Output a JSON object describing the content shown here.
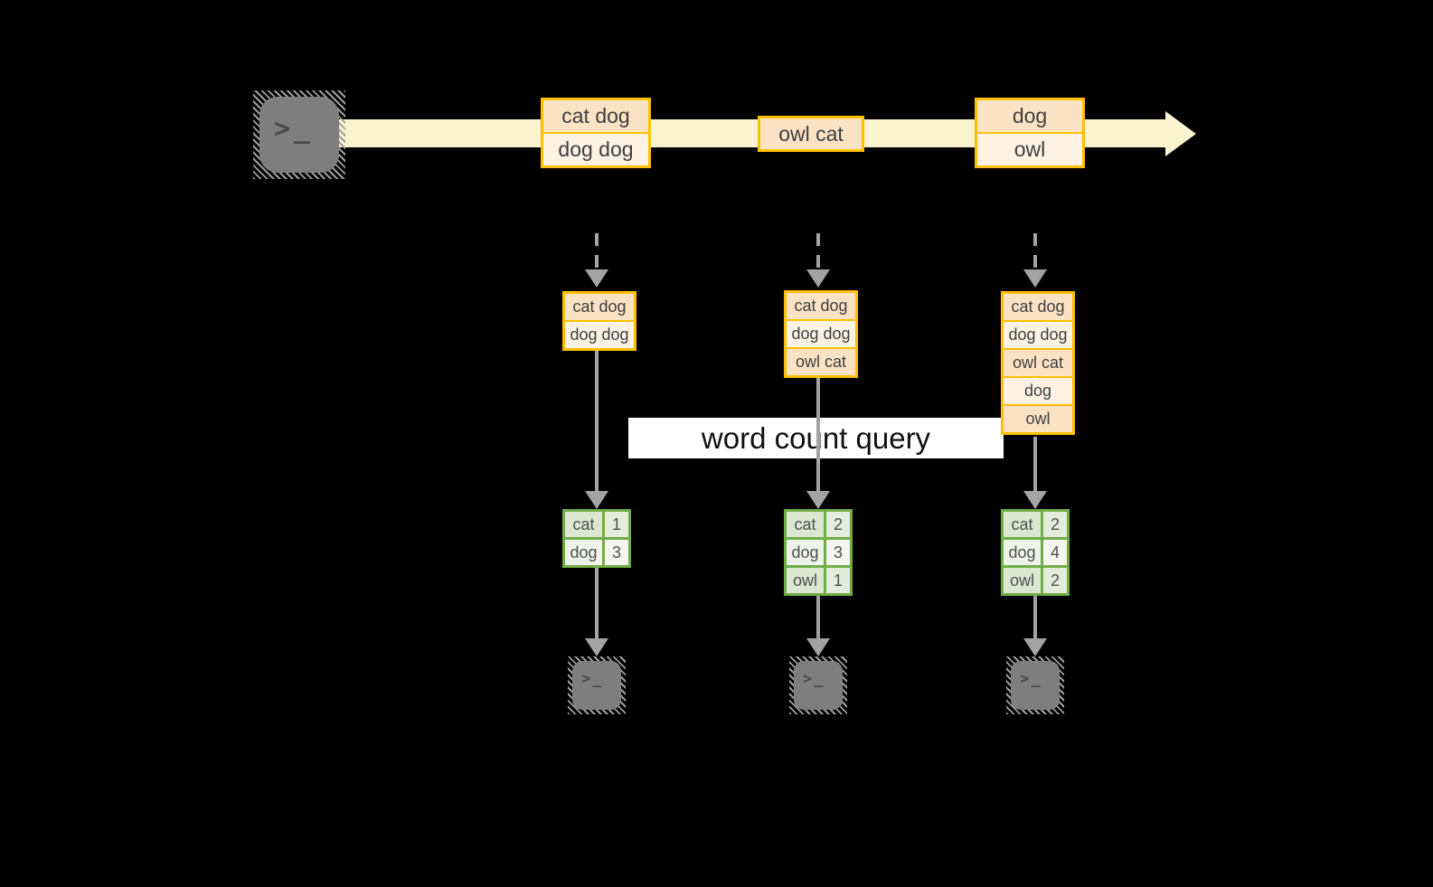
{
  "overlay": {
    "label": "word count query"
  },
  "icons": {
    "terminal_glyph": ">_"
  },
  "timeline": {
    "batches": [
      {
        "lines": [
          "cat dog",
          "dog dog"
        ]
      },
      {
        "lines": [
          "owl cat"
        ]
      },
      {
        "lines": [
          "dog",
          "owl"
        ]
      }
    ]
  },
  "columns": [
    {
      "buffer": [
        "cat dog",
        "dog dog"
      ],
      "counts": [
        [
          "cat",
          "1"
        ],
        [
          "dog",
          "3"
        ]
      ]
    },
    {
      "buffer": [
        "cat dog",
        "dog dog",
        "owl cat"
      ],
      "counts": [
        [
          "cat",
          "2"
        ],
        [
          "dog",
          "3"
        ],
        [
          "owl",
          "1"
        ]
      ]
    },
    {
      "buffer": [
        "cat dog",
        "dog dog",
        "owl cat",
        "dog",
        "owl"
      ],
      "counts": [
        [
          "cat",
          "2"
        ],
        [
          "dog",
          "4"
        ],
        [
          "owl",
          "2"
        ]
      ]
    }
  ],
  "colors": {
    "accent_gold": "#FFC000",
    "peach_fill": "#FBE2C4",
    "cream_fill": "#FDF2E3",
    "stream_band": "#FBF2CF",
    "green_border": "#70AD47",
    "arrow_gray": "#A3A3A3",
    "background": "#000000"
  }
}
